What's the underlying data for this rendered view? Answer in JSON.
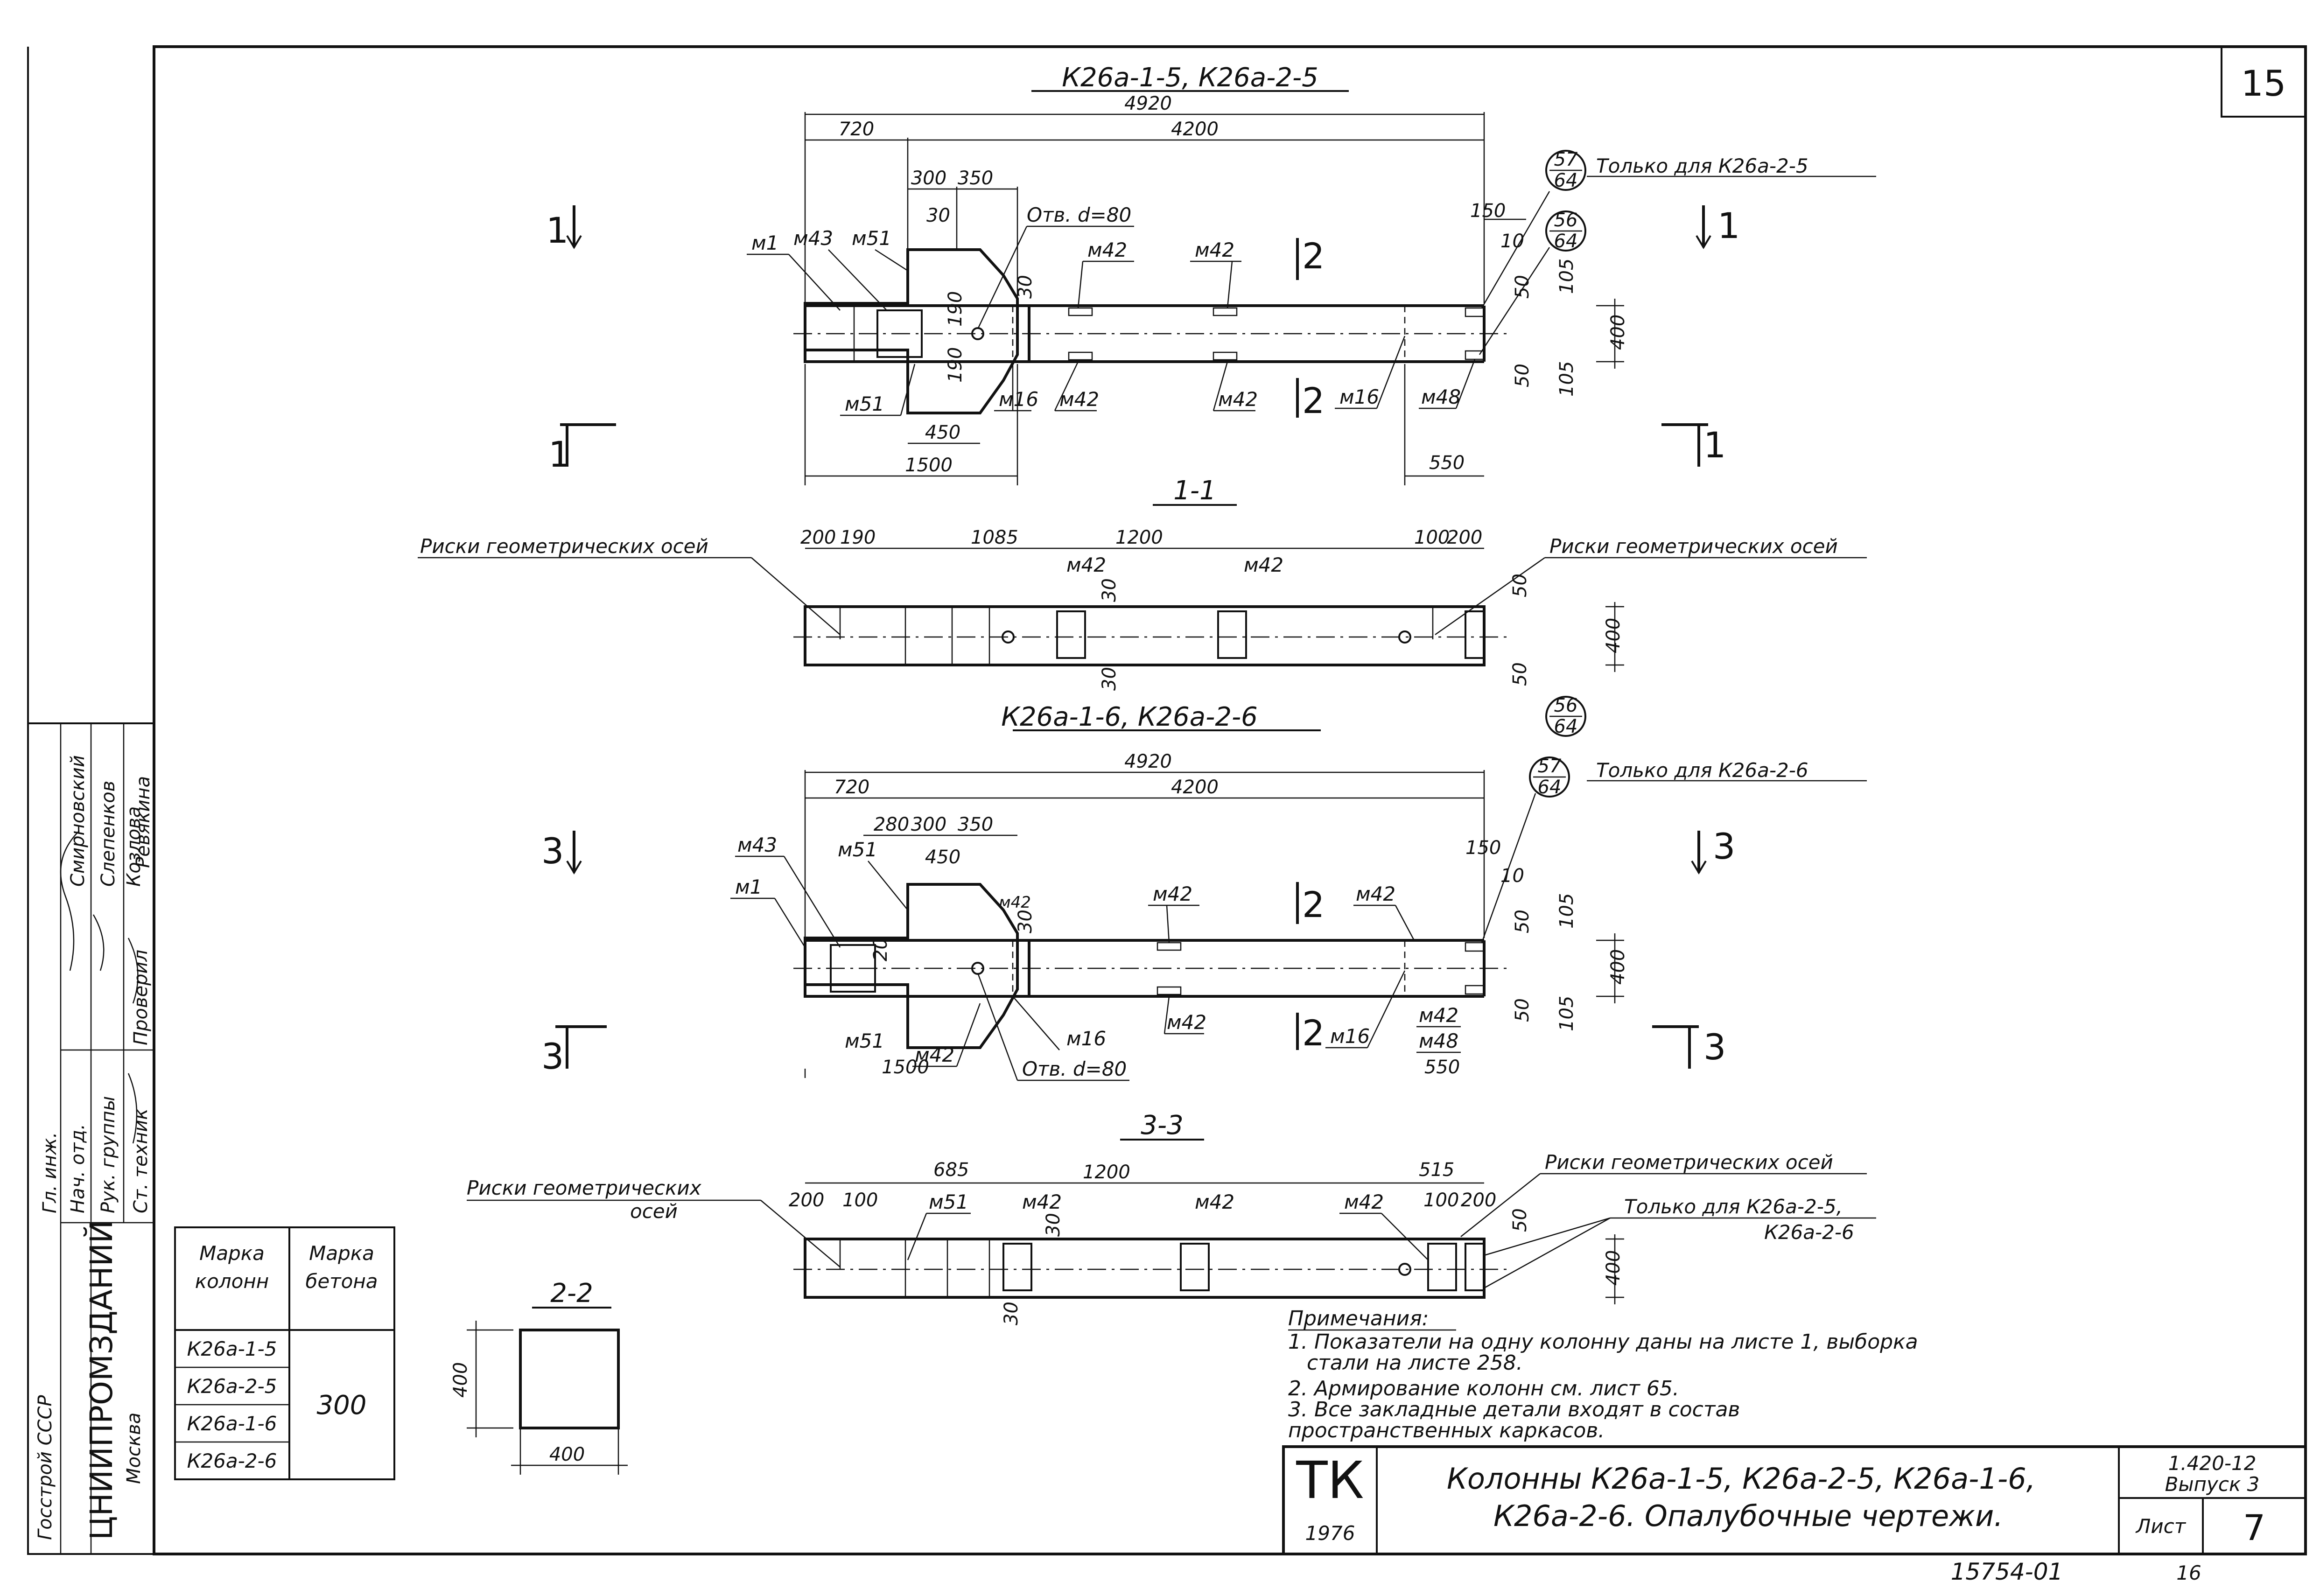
{
  "sheet_number": "15",
  "views": {
    "plan_a_title": "К26а-1-5, К26а-2-5",
    "plan_b_title": "К26а-1-6, К26а-2-6",
    "section_1_1": "1-1",
    "section_3_3": "3-3",
    "section_2_2": "2-2"
  },
  "dimensions": {
    "total_len": "4920",
    "main_len": "4200",
    "d720": "720",
    "d300": "300",
    "d350": "350",
    "d190a": "190",
    "d190b": "190",
    "d450": "450",
    "d1500": "1500",
    "d550": "550",
    "d150": "150",
    "d10": "10",
    "d50": "50",
    "d105": "105",
    "d400": "400",
    "d30": "30",
    "d20": "20",
    "d200": "200",
    "d100": "100",
    "d1085": "1085",
    "d1200": "1200",
    "d685": "685",
    "d515": "515",
    "d280": "280"
  },
  "labels": {
    "hole": "Отв. d=80",
    "m1": "м1",
    "m42": "м42",
    "m43": "м43",
    "m51": "м51",
    "m16": "м16",
    "m48": "м48",
    "only_25": "Только для К26а-2-5",
    "only_26": "Только для К26а-2-6",
    "only_both_1": "Только для К26а-2-5,",
    "only_both_2": "К26а-2-6",
    "axes_marks": "Риски геометрических осей",
    "axes_marks_a": "Риски геометрических",
    "axes_marks_b": "осей",
    "sec1": "1",
    "sec2": "2",
    "sec3": "3",
    "circle_57": "57",
    "circle_56": "56",
    "circle_64": "64"
  },
  "mark_table": {
    "header_col1_l1": "Марка",
    "header_col1_l2": "колонн",
    "header_col2_l1": "Марка",
    "header_col2_l2": "бетона",
    "rows": [
      "К26а-1-5",
      "К26а-2-5",
      "К26а-1-6",
      "К26а-2-6"
    ],
    "concrete": "300"
  },
  "notes": {
    "heading": "Примечания:",
    "n1a": "1. Показатели на одну колонну даны на листе 1, выборка",
    "n1b": "стали на листе 258.",
    "n2": "2. Армирование колонн см. лист 65.",
    "n3a": "3. Все закладные детали входят в состав",
    "n3b": "пространственных каркасов."
  },
  "stamp": {
    "tk": "ТК",
    "year": "1976",
    "title_l1": "Колонны К26а-1-5, К26а-2-5, К26а-1-6,",
    "title_l2": "К26а-2-6. Опалубочные чертежи.",
    "series": "1.420-12",
    "issue": "Выпуск 3",
    "sheet_label": "Лист",
    "sheet_value": "7",
    "under_sheet": "16",
    "archive_no": "15754-01"
  },
  "left_block": {
    "org": "ЦНИИПРОМЗДАНИЙ",
    "ministry": "Госстрой СССР",
    "city": "Москва",
    "roles": [
      "Гл. инж.",
      "Нач. отд.",
      "Рук. группы",
      "Ст. техник",
      "Проверил"
    ],
    "names": [
      "Смирновский",
      "Слепенков",
      "Козлова",
      "Ревякина"
    ]
  }
}
